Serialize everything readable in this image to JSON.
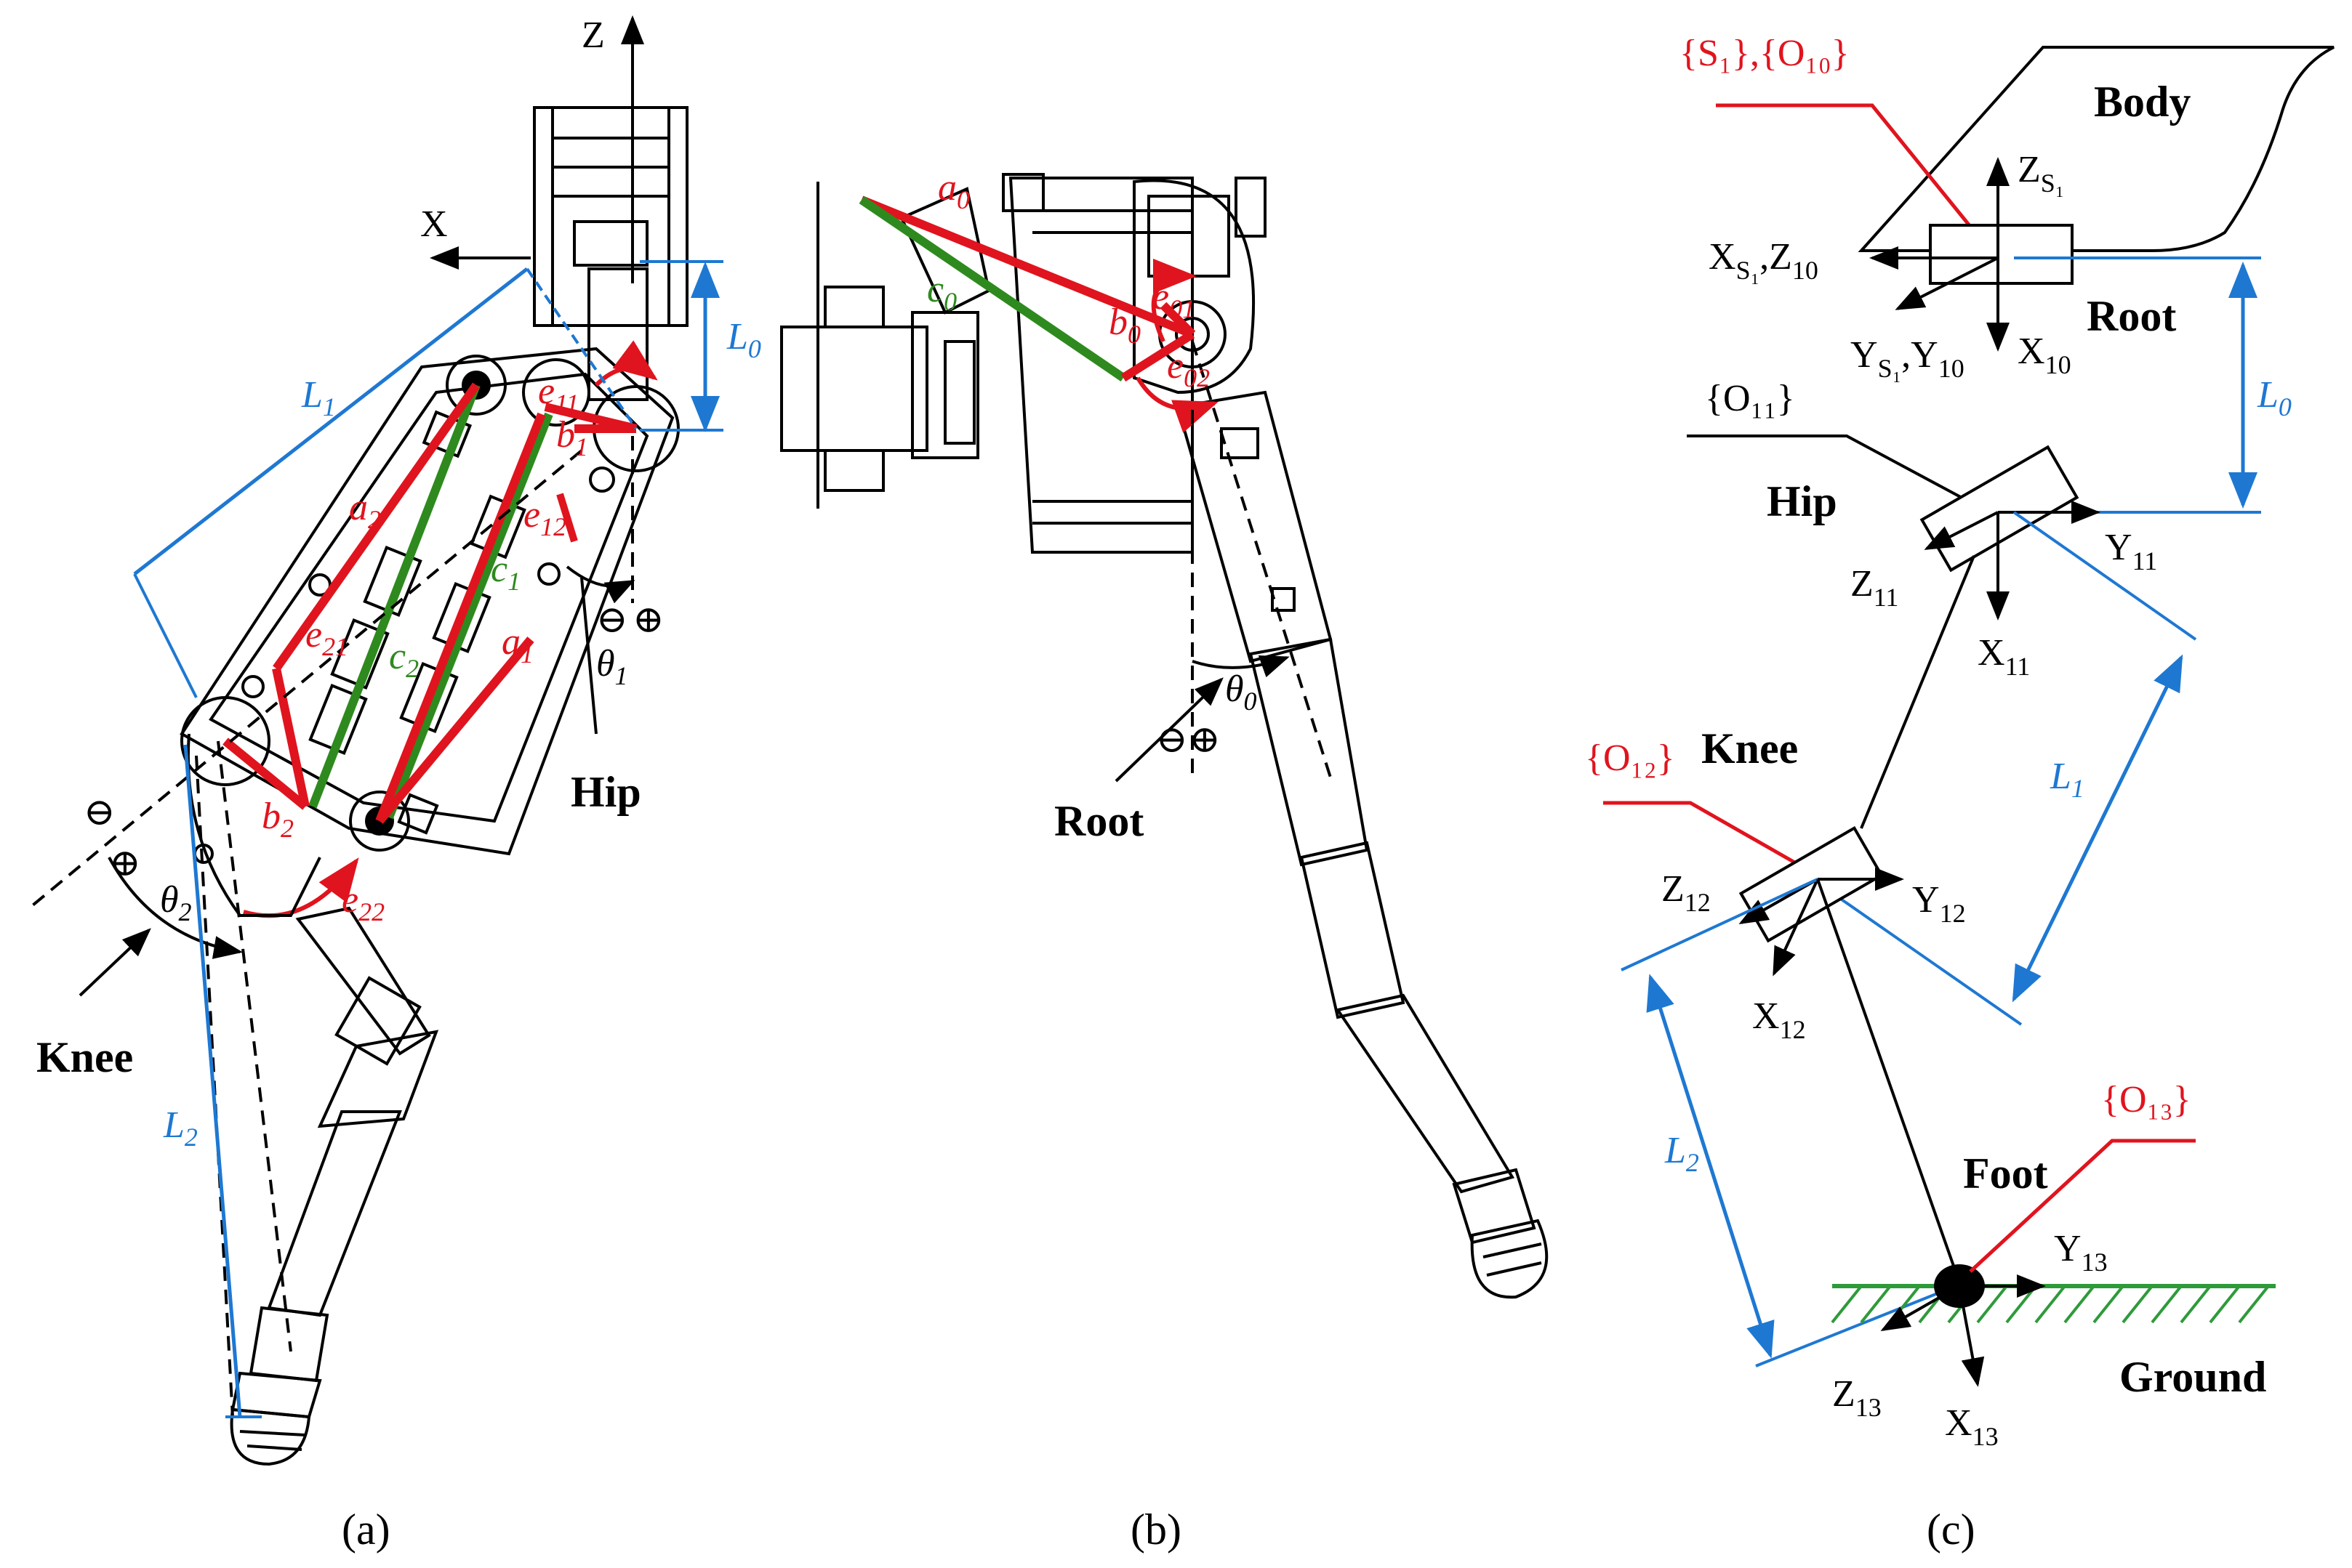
{
  "panel_a": {
    "axis_z": "Z",
    "axis_x": "X",
    "L0": "L",
    "L0_sub": "0",
    "L1": "L",
    "L1_sub": "1",
    "L2": "L",
    "L2_sub": "2",
    "a1": "a",
    "a1_sub": "1",
    "a2": "a",
    "a2_sub": "2",
    "b1": "b",
    "b1_sub": "1",
    "b2": "b",
    "b2_sub": "2",
    "c1": "c",
    "c1_sub": "1",
    "c2": "c",
    "c2_sub": "2",
    "e11": "e",
    "e11_sub": "11",
    "e12": "e",
    "e12_sub": "12",
    "e21": "e",
    "e21_sub": "21",
    "e22": "e",
    "e22_sub": "22",
    "theta1": "θ",
    "theta1_sub": "1",
    "theta2": "θ",
    "theta2_sub": "2",
    "minus": "⊖",
    "plus": "⊕",
    "hip": "Hip",
    "knee": "Knee",
    "caption": "(a)"
  },
  "panel_b": {
    "a0": "a",
    "a0_sub": "0",
    "b0": "b",
    "b0_sub": "0",
    "c0": "c",
    "c0_sub": "0",
    "e01": "e",
    "e01_sub": "01",
    "e02": "e",
    "e02_sub": "02",
    "theta0": "θ",
    "theta0_sub": "0",
    "minus": "⊖",
    "plus": "⊕",
    "root": "Root",
    "caption": "(b)"
  },
  "panel_c": {
    "s1_o10": "{S₁},{O₁₀}",
    "body": "Body",
    "z_s1": "Z",
    "z_s1_sub": "S₁",
    "x_s1_z10": "X",
    "x_s1_z10_sub": "S₁",
    "x_s1_z10_tail": ",Z",
    "x_s1_z10_tail_sub": "10",
    "y_s1_y10": "Y",
    "y_s1_y10_sub": "S₁",
    "y_s1_y10_tail": ",Y",
    "y_s1_y10_tail_sub": "10",
    "x10": "X",
    "x10_sub": "10",
    "root": "Root",
    "o11": "{O₁₁}",
    "L0": "L",
    "L0_sub": "0",
    "hip": "Hip",
    "y11": "Y",
    "y11_sub": "11",
    "z11": "Z",
    "z11_sub": "11",
    "x11": "X",
    "x11_sub": "11",
    "o12": "{O₁₂}",
    "knee": "Knee",
    "L1": "L",
    "L1_sub": "1",
    "z12": "Z",
    "z12_sub": "12",
    "y12": "Y",
    "y12_sub": "12",
    "x12": "X",
    "x12_sub": "12",
    "L2": "L",
    "L2_sub": "2",
    "o13": "{O₁₃}",
    "foot": "Foot",
    "y13": "Y",
    "y13_sub": "13",
    "ground": "Ground",
    "z13": "Z",
    "z13_sub": "13",
    "x13": "X",
    "x13_sub": "13",
    "caption": "(c)"
  }
}
